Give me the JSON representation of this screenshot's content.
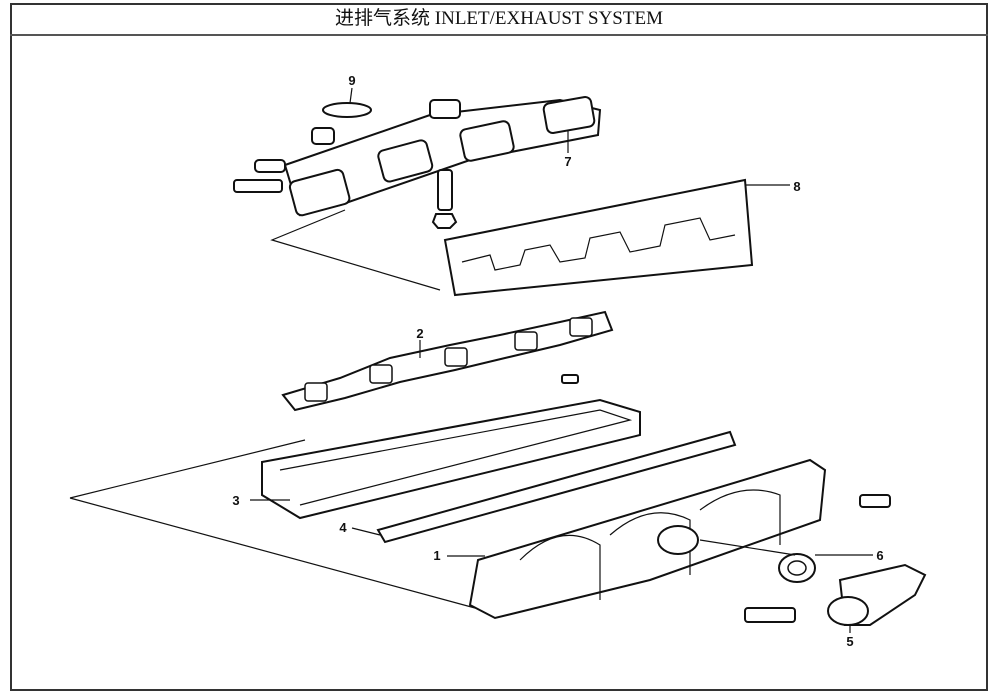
{
  "title": "进排气系统 INLET/EXHAUST SYSTEM",
  "callouts": {
    "c1": "1",
    "c2": "2",
    "c3": "3",
    "c4": "4",
    "c5": "5",
    "c6": "6",
    "c7": "7",
    "c8": "8",
    "c9": "9"
  }
}
